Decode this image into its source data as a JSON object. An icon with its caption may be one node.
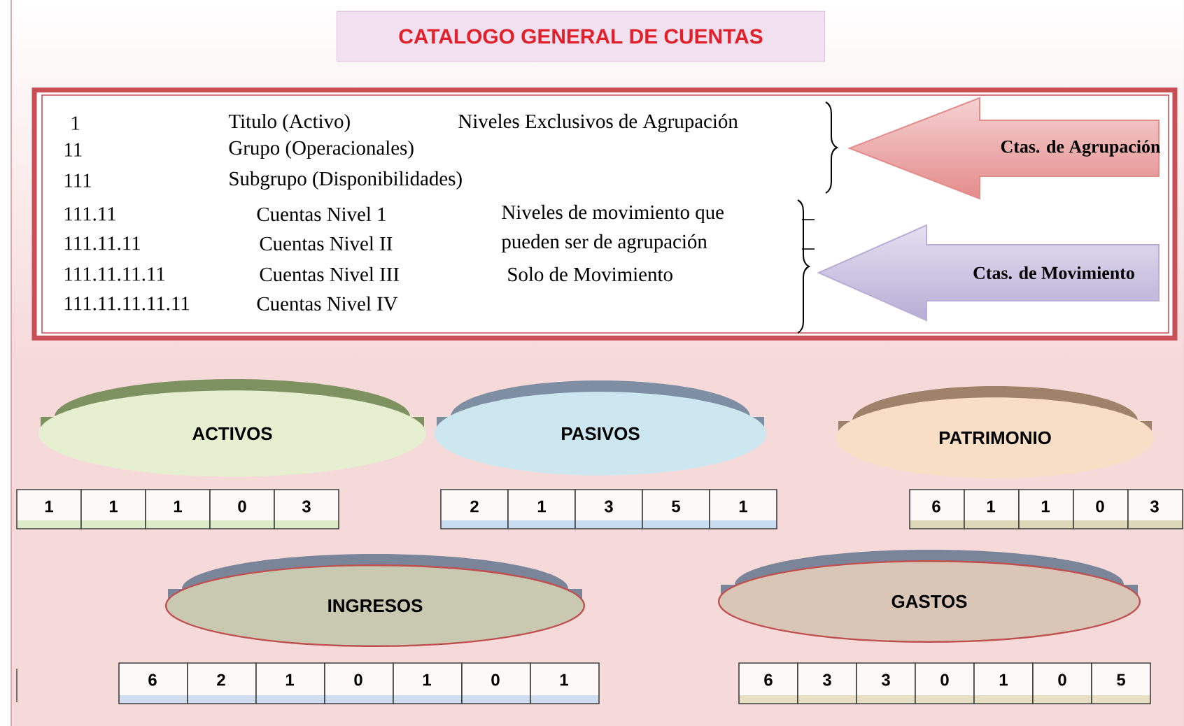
{
  "diagram": {
    "title": "CATALOGO GENERAL DE CUENTAS",
    "nodes": [
      {
        "text": [
          "1",
          "Titulo (Activo)",
          "Niveles Exclusivos de Agrupación",
          "11",
          "Grupo (Operacionales)",
          "111",
          "Subgrupo (Disponibilidades)",
          "111.11",
          "Cuentas Nivel 1",
          "Niveles de movimiento que",
          "111.11.11",
          "Cuentas Nivel II",
          "pueden ser de agrupación",
          "111.11.11.11",
          "Cuentas Nivel III",
          "Solo de Movimiento",
          "111.11.11.11.11",
          "Cuentas Nivel IV"
        ]
      },
      {
        "text": [
          "Ctas. de Agrupación"
        ],
        "in": 0
      },
      {
        "text": [
          "Ctas. de Movimiento"
        ],
        "in": 0
      },
      {
        "text": [
          "ACTIVOS"
        ]
      },
      {
        "text": [
          "PASIVOS"
        ]
      },
      {
        "text": [
          "PATRIMONIO"
        ]
      },
      {
        "text": [
          "INGRESOS"
        ]
      },
      {
        "text": [
          "GASTOS"
        ]
      }
    ],
    "edges": [],
    "labels": [
      "1",
      "1",
      "1",
      "0",
      "3",
      "2",
      "1",
      "3",
      "5",
      "1",
      "6",
      "1",
      "1",
      "0",
      "3",
      "6",
      "2",
      "1",
      "0",
      "1",
      "0",
      "1",
      "6",
      "3",
      "3",
      "0",
      "1",
      "0",
      "5"
    ]
  }
}
